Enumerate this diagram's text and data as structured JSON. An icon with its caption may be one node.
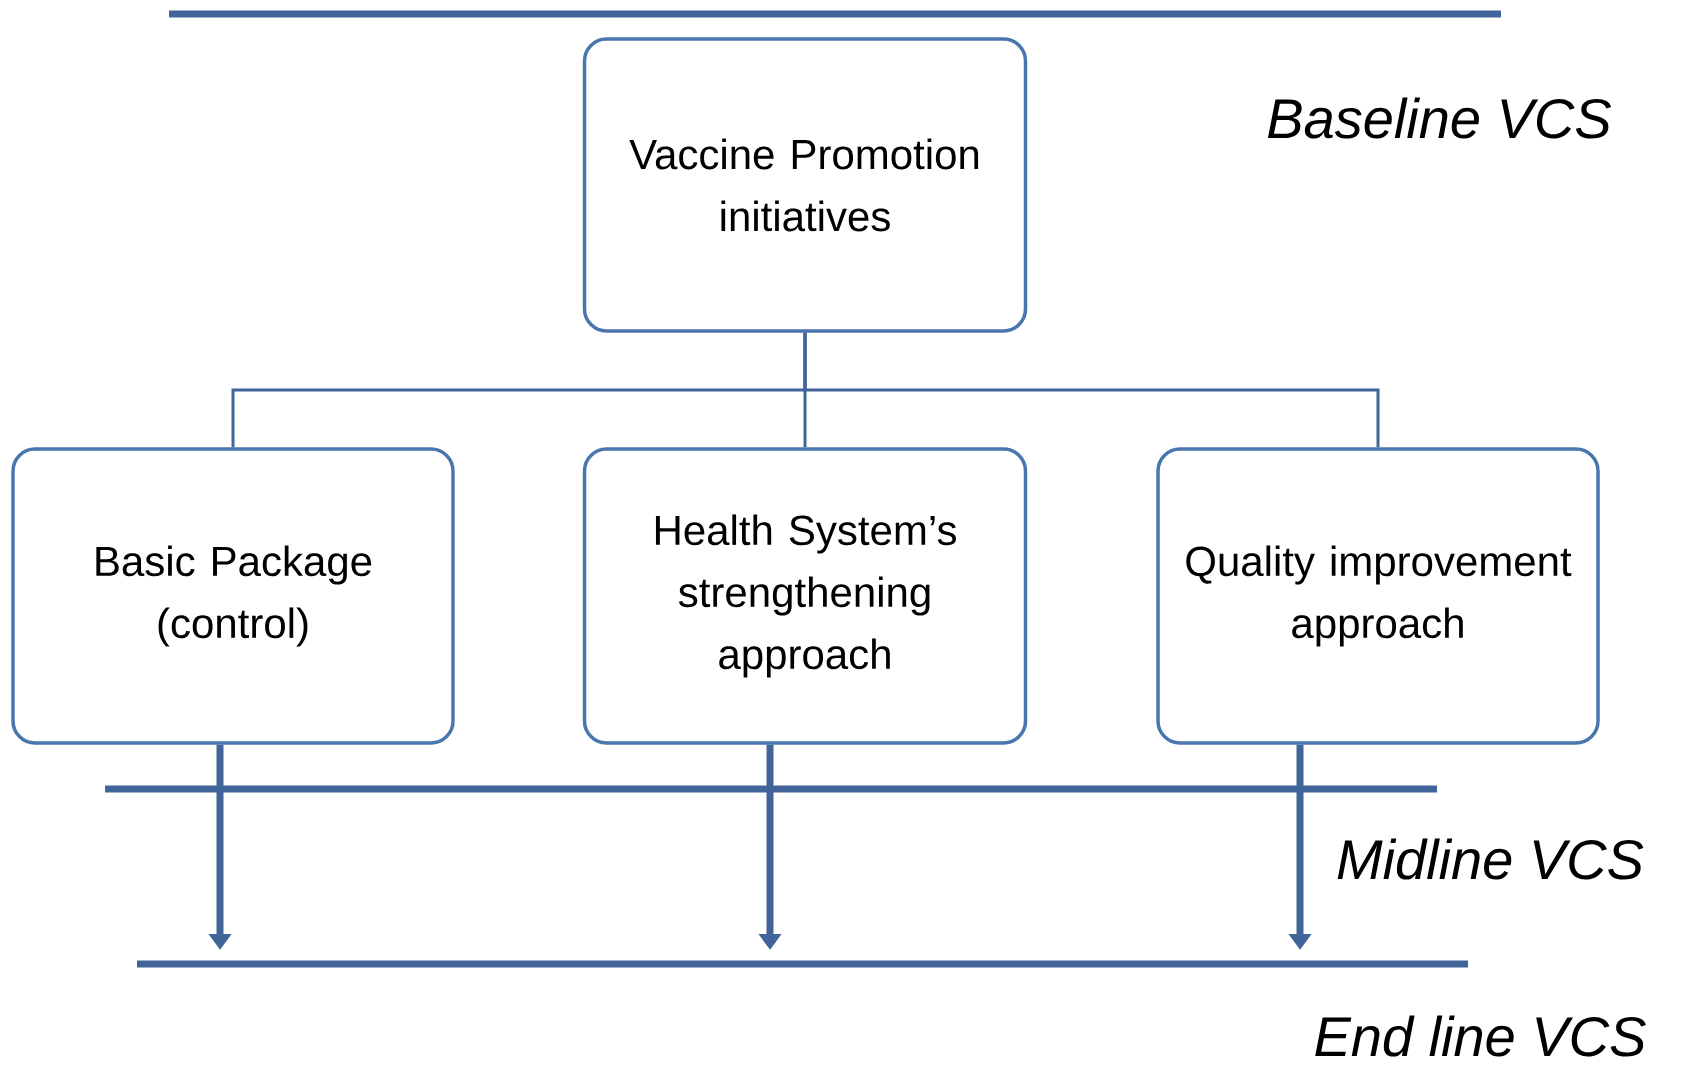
{
  "diagram": {
    "nodes": [
      {
        "text": [
          "Vaccine Promotion initiatives"
        ]
      },
      {
        "text": [
          "Basic Package (control)"
        ]
      },
      {
        "text": [
          "Health System’s strengthening approach"
        ]
      },
      {
        "text": [
          "Quality improvement approach"
        ]
      }
    ],
    "edges": [
      {
        "from": 0,
        "to": 1,
        "arrow": "none"
      },
      {
        "from": 0,
        "to": 2,
        "arrow": "none"
      },
      {
        "from": 0,
        "to": 3,
        "arrow": "none"
      },
      {
        "from": 1,
        "to": null,
        "arrow": "to",
        "style": "thick"
      },
      {
        "from": 2,
        "to": null,
        "arrow": "to",
        "style": "thick"
      },
      {
        "from": 3,
        "to": null,
        "arrow": "to",
        "style": "thick"
      }
    ],
    "labels": [
      "Baseline VCS",
      "Midline VCS",
      "End line VCS"
    ]
  }
}
